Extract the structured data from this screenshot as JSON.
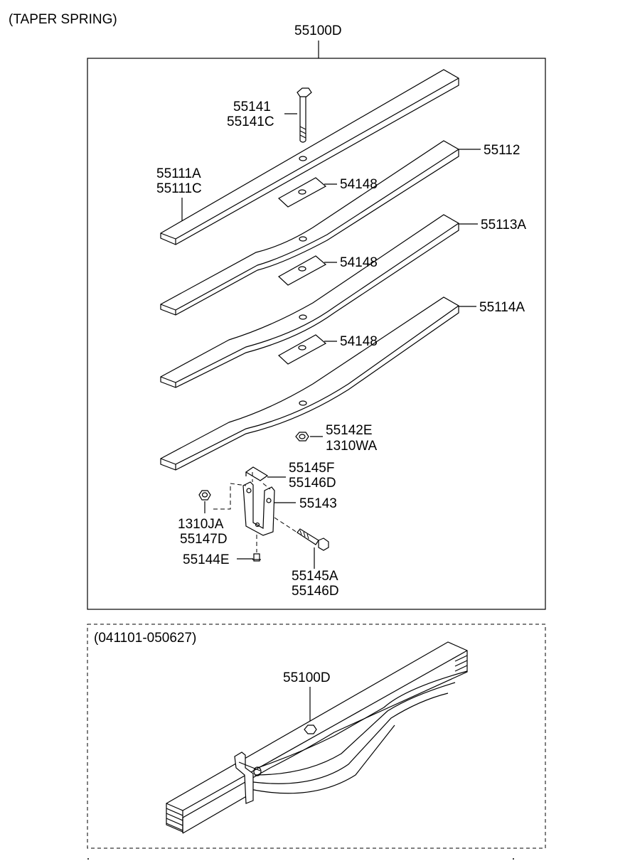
{
  "header": {
    "title": "(TAPER SPRING)"
  },
  "main_assembly": {
    "part_no": "55100D",
    "labels": {
      "bolt": [
        "55141",
        "55141C"
      ],
      "leaf1": [
        "55111A",
        "55111C"
      ],
      "leaf2": "55112",
      "leaf3": "55113A",
      "leaf4": "55114A",
      "pad_1": "54148",
      "pad_2": "54148",
      "pad_3": "54148",
      "nut": [
        "55142E",
        "1310WA"
      ],
      "shackle_pin": [
        "55145F",
        "55146D"
      ],
      "shackle": "55143",
      "shackle_nut": [
        "1310JA",
        "55147D"
      ],
      "grease_nipple": "55144E",
      "shackle_bolt": [
        "55145A",
        "55146D"
      ]
    }
  },
  "alt_assembly": {
    "date_range": "(041101-050627)",
    "part_no": "55100D"
  }
}
